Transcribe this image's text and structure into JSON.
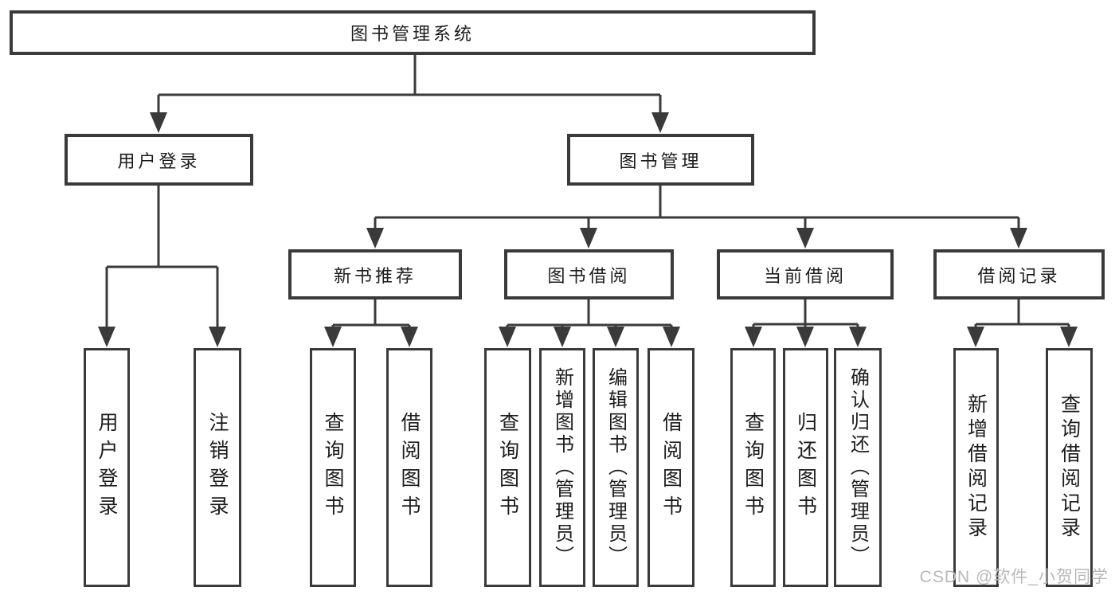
{
  "tree": {
    "root": {
      "label": "图书管理系统"
    },
    "branches": [
      {
        "label": "用户登录",
        "children": [
          {
            "label": "用户登录"
          },
          {
            "label": "注销登录"
          }
        ]
      },
      {
        "label": "图书管理",
        "children": [
          {
            "label": "新书推荐",
            "children": [
              {
                "label": "查询图书"
              },
              {
                "label": "借阅图书"
              }
            ]
          },
          {
            "label": "图书借阅",
            "children": [
              {
                "label": "查询图书"
              },
              {
                "label": "新增图书（管理员）"
              },
              {
                "label": "编辑图书（管理员）"
              },
              {
                "label": "借阅图书"
              }
            ]
          },
          {
            "label": "当前借阅",
            "children": [
              {
                "label": "查询图书"
              },
              {
                "label": "归还图书"
              },
              {
                "label": "确认归还（管理员）"
              }
            ]
          },
          {
            "label": "借阅记录",
            "children": [
              {
                "label": "新增借阅记录"
              },
              {
                "label": "查询借阅记录"
              }
            ]
          }
        ]
      }
    ]
  },
  "watermark": "CSDN @软件_小贺同学",
  "colors": {
    "line": "#3a3a3a",
    "text": "#1c1c1c",
    "box_background": "#ffffff",
    "watermark": "#b9b9b9",
    "page_background": "#ffffff"
  }
}
